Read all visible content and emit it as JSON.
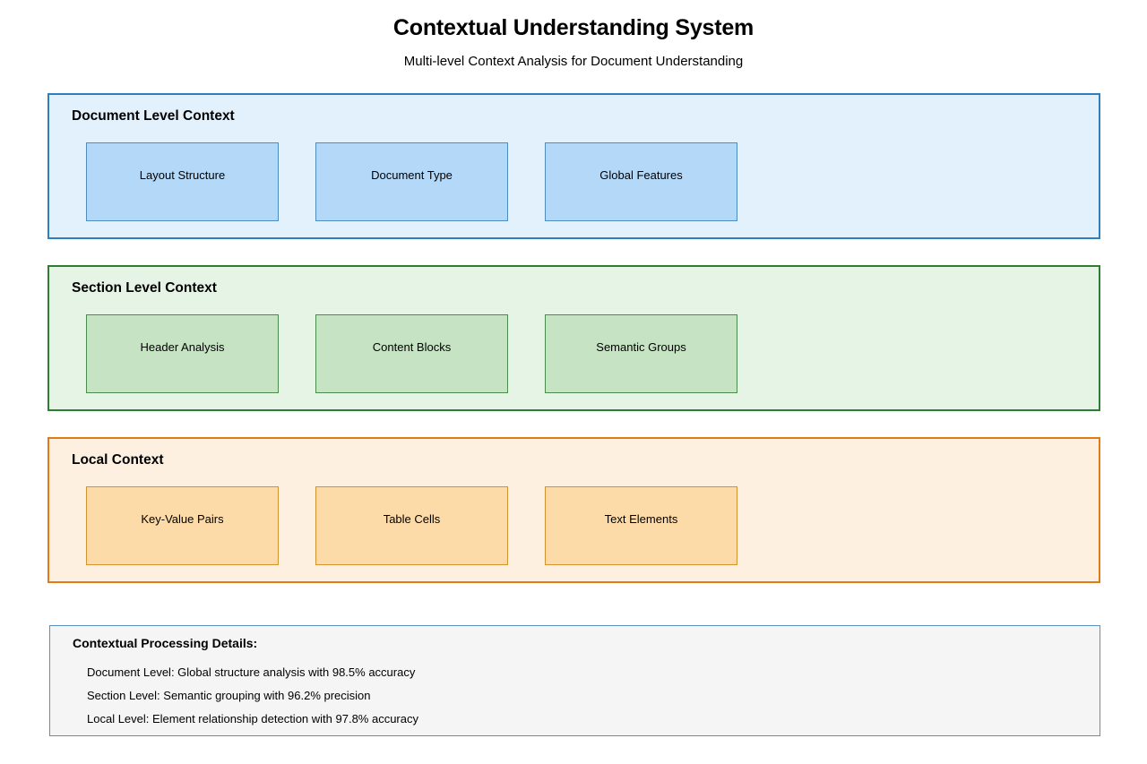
{
  "header": {
    "title": "Contextual Understanding System",
    "subtitle": "Multi-level Context Analysis for Document Understanding"
  },
  "levels": [
    {
      "id": "document-level",
      "title": "Document Level Context",
      "border_color": "#2f7fbf",
      "background_color": "#e3f1fc",
      "item_background_color": "#b4d8f8",
      "item_border_color": "#4f8cc0",
      "items": [
        {
          "label": "Layout Structure"
        },
        {
          "label": "Document Type"
        },
        {
          "label": "Global Features"
        }
      ]
    },
    {
      "id": "section-level",
      "title": "Section Level Context",
      "border_color": "#2e7d32",
      "background_color": "#e6f4e6",
      "item_background_color": "#c6e3c4",
      "item_border_color": "#4a8c4e",
      "items": [
        {
          "label": "Header Analysis"
        },
        {
          "label": "Content Blocks"
        },
        {
          "label": "Semantic Groups"
        }
      ]
    },
    {
      "id": "local-level",
      "title": "Local Context",
      "border_color": "#e07b17",
      "background_color": "#fdf0e0",
      "item_background_color": "#fcdba8",
      "item_border_color": "#d4932e",
      "items": [
        {
          "label": "Key-Value Pairs"
        },
        {
          "label": "Table Cells"
        },
        {
          "label": "Text Elements"
        }
      ]
    }
  ],
  "details": {
    "title": "Contextual Processing Details:",
    "background_color": "#f5f5f5",
    "border_color": "#5b8fc0",
    "items": [
      {
        "text": "Document Level: Global structure analysis with 98.5% accuracy"
      },
      {
        "text": "Section Level: Semantic grouping with 96.2% precision"
      },
      {
        "text": "Local Level: Element relationship detection with 97.8% accuracy"
      }
    ]
  }
}
